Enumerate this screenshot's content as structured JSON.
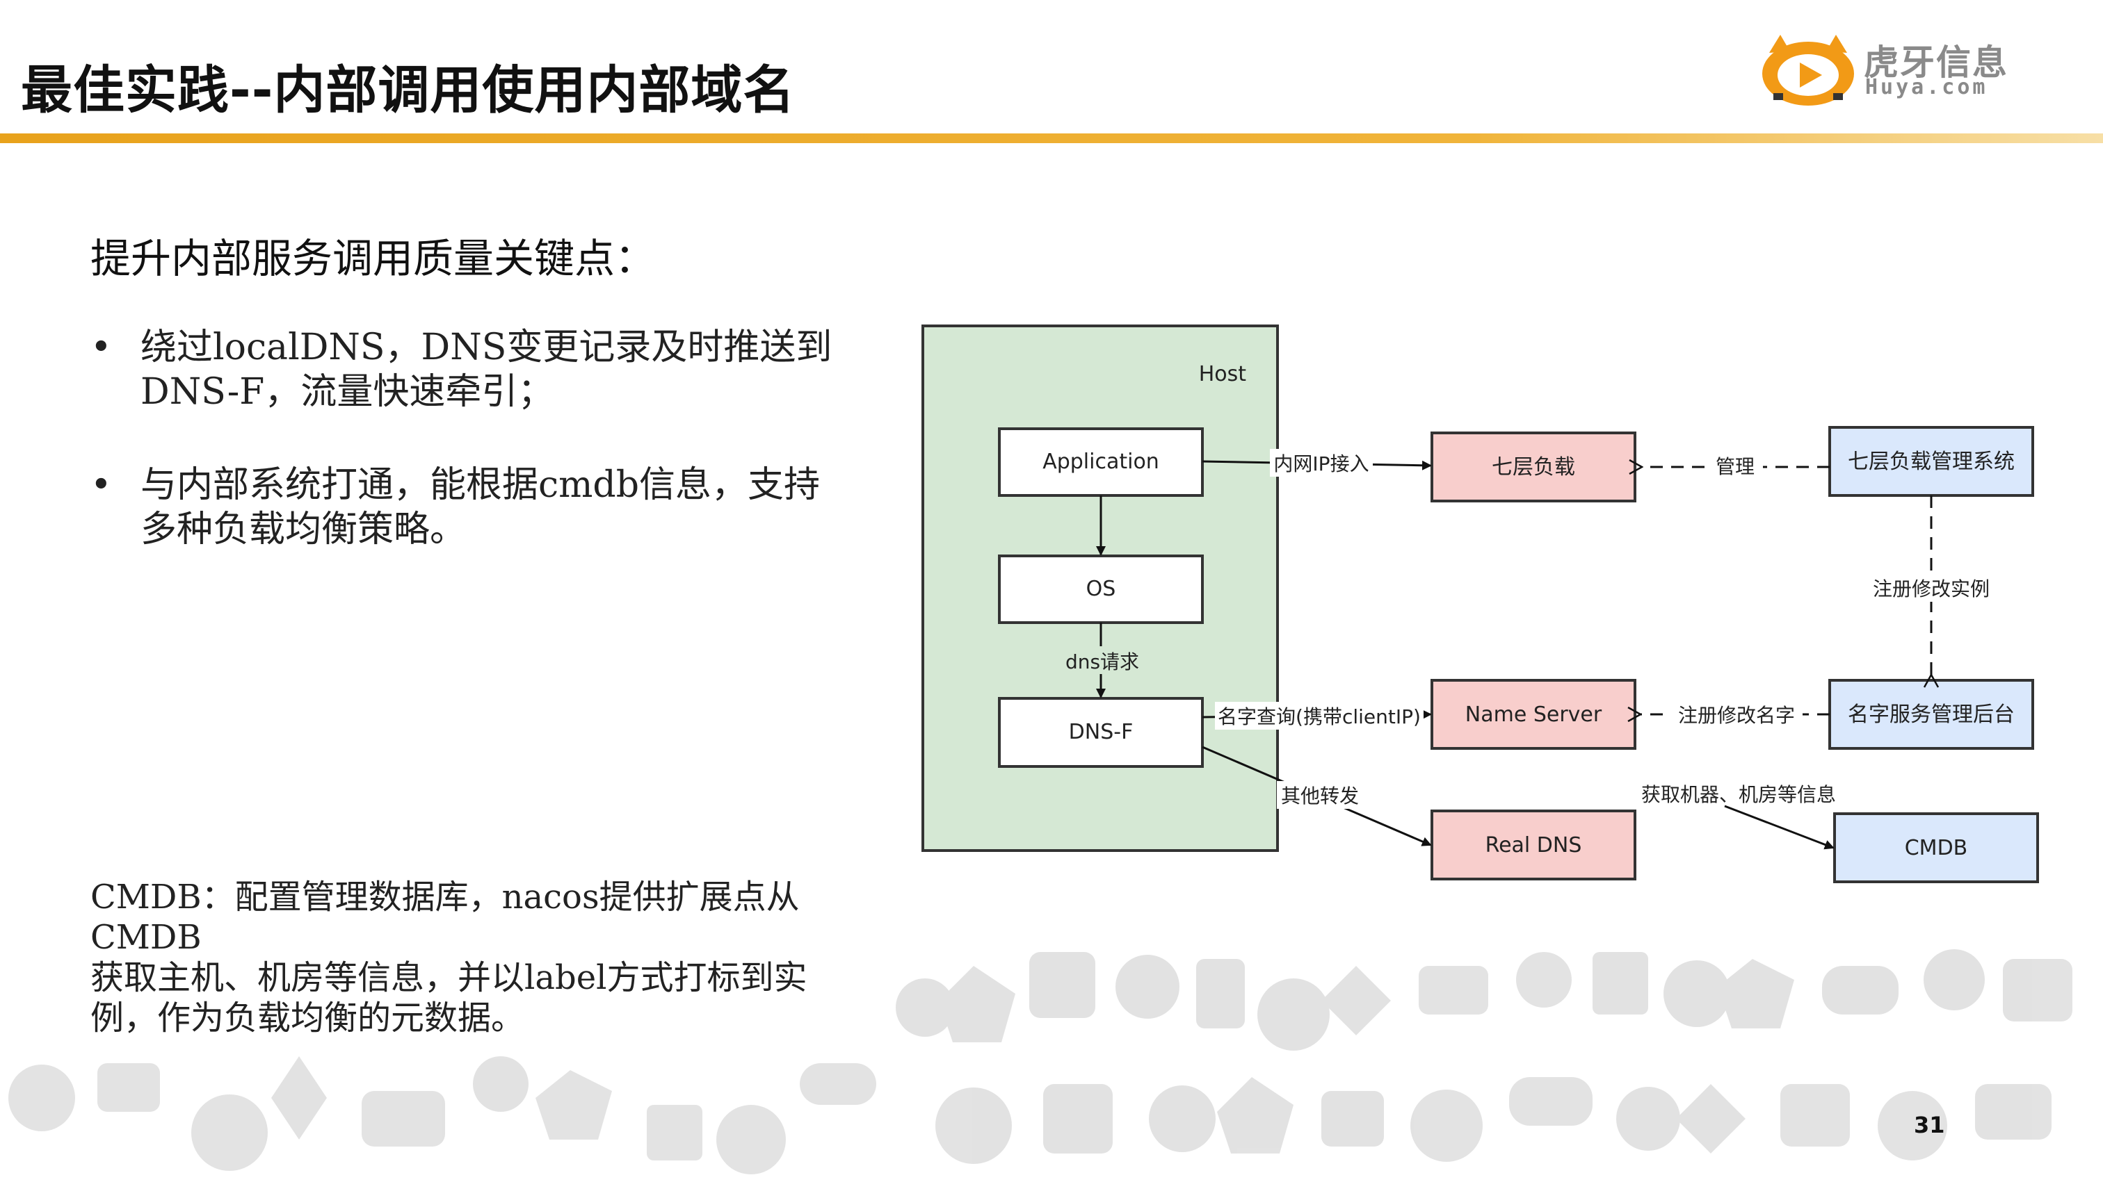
{
  "slide": {
    "title": "最佳实践--内部调用使用内部域名",
    "page_number": "31"
  },
  "logo": {
    "cn": "虎牙信息",
    "en": "Huya.com"
  },
  "content": {
    "heading": "提升内部服务调用质量关键点：",
    "bullets": [
      {
        "line1": "绕过localDNS，DNS变更记录及时推送到",
        "line2": "DNS-F，流量快速牵引；"
      },
      {
        "line1": "与内部系统打通，能根据cmdb信息，支持",
        "line2": "多种负载均衡策略。"
      }
    ],
    "cmdb_note": [
      "CMDB：配置管理数据库，nacos提供扩展点从CMDB",
      "获取主机、机房等信息，并以label方式打标到实",
      "例，作为负载均衡的元数据。"
    ]
  },
  "diagram": {
    "host_label": "Host",
    "nodes": {
      "application": "Application",
      "os": "OS",
      "dnsf": "DNS-F",
      "l7lb": "七层负载",
      "l7mgmt": "七层负载管理系统",
      "nameserver": "Name Server",
      "namemgmt": "名字服务管理后台",
      "realdns": "Real DNS",
      "cmdb": "CMDB"
    },
    "edges": {
      "app_l7": "内网IP接入",
      "manage": "管理",
      "register_instance": "注册修改实例",
      "dns_request": "dns请求",
      "name_query": "名字查询(携带clientIP)",
      "register_name": "注册修改名字",
      "forward": "其他转发",
      "fetch_machine": "获取机器、机房等信息"
    },
    "colors": {
      "host_fill": "#d5e8d4",
      "red_fill": "#f8cecc",
      "blue_fill": "#dae8fc",
      "white_fill": "#ffffff"
    }
  }
}
